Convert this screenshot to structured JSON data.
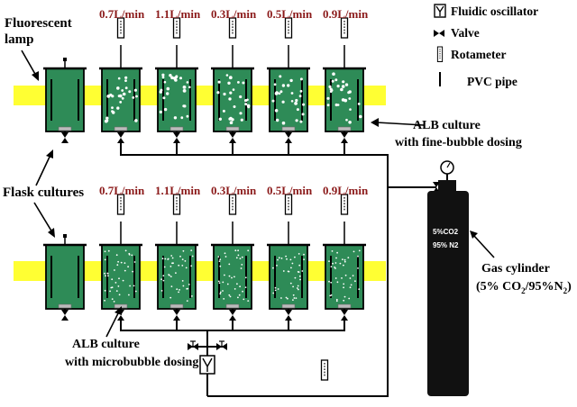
{
  "colors": {
    "lamp": "#ffff33",
    "culture": "#2e8b57",
    "rate_text": "#8b1a1a",
    "cylinder": "#111111",
    "bubble": "#ffffff"
  },
  "legend": {
    "oscillator_label": "Fluidic oscillator",
    "valve_label": "Valve",
    "rotameter_label": "Rotameter",
    "pipe_label": "PVC pipe"
  },
  "labels": {
    "lamp_line1": "Fluorescent",
    "lamp_line2": "lamp",
    "flask_cultures": "Flask cultures",
    "fine_line1": "ALB culture",
    "fine_line2": "with fine-bubble dosing",
    "micro_line1": "ALB culture",
    "micro_line2": "with microbubble dosing",
    "gas_line1": "Gas cylinder",
    "gas_line2_a": "(5% CO",
    "gas_line2_sub1": "2",
    "gas_line2_b": "/95%N",
    "gas_line2_sub2": "2",
    "gas_line2_c": ")",
    "cylinder_line1": "5%CO2",
    "cylinder_line2": "95% N2"
  },
  "top_rates": [
    "0.7L/min",
    "1.1L/min",
    "0.3L/min",
    "0.5L/min",
    "0.9L/min"
  ],
  "bottom_rates": [
    "0.7L/min",
    "1.1L/min",
    "0.3L/min",
    "0.5L/min",
    "0.9L/min"
  ]
}
